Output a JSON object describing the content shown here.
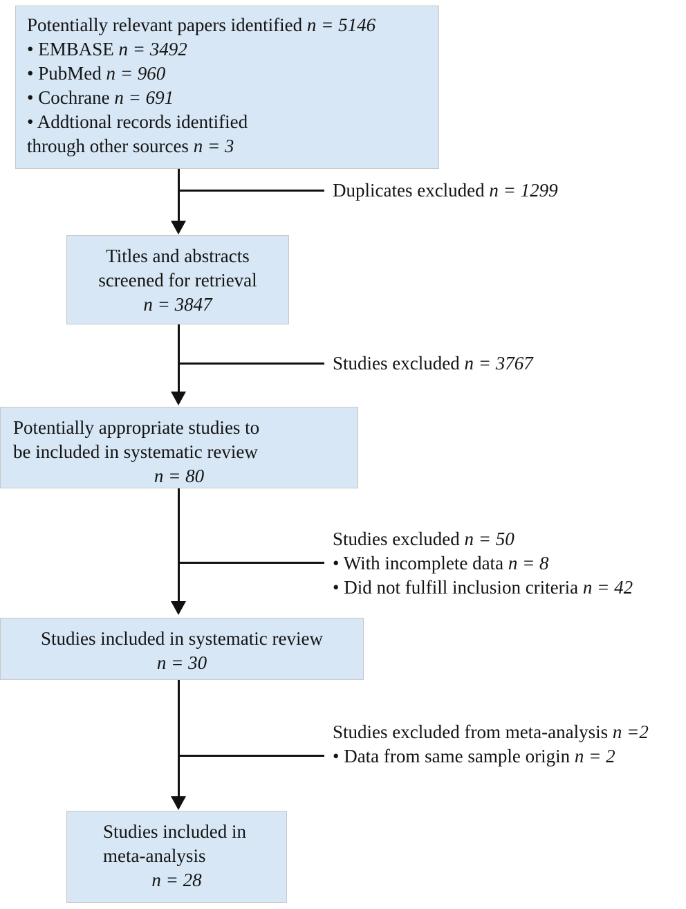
{
  "diagram": {
    "type": "prisma-flow-diagram",
    "title": "PRISMA study selection flow diagram",
    "colors": {
      "box_fill": "#d7e7f5",
      "box_border": "#c9c6c4",
      "line": "#111111",
      "text": "#141414",
      "background": "#ffffff"
    }
  },
  "boxes": [
    {
      "id": "identification",
      "align": "left",
      "lines": [
        {
          "text": "Potentially relevant papers identified  ",
          "emph": "n = 5146"
        },
        {
          "text": "• EMBASE ",
          "emph": "n = 3492"
        },
        {
          "text": "• PubMed ",
          "emph": "n = 960"
        },
        {
          "text": "• Cochrane ",
          "emph": "n = 691"
        },
        {
          "text": "• Addtional records identified",
          "emph": ""
        },
        {
          "text": "through other sources ",
          "emph": "n = 3"
        }
      ]
    },
    {
      "id": "screening",
      "align": "center",
      "lines": [
        {
          "text": "Titles and abstracts",
          "emph": ""
        },
        {
          "text": "screened for retrieval",
          "emph": ""
        },
        {
          "text": "",
          "emph": "n = 3847"
        }
      ]
    },
    {
      "id": "eligibility",
      "align": "center",
      "lines": [
        {
          "text": "Potentially appropriate studies to",
          "emph": ""
        },
        {
          "text": "be included in systematic review",
          "emph": ""
        },
        {
          "text": "",
          "emph": "n = 80"
        }
      ]
    },
    {
      "id": "included-systematic-review",
      "align": "center",
      "lines": [
        {
          "text": "Studies included in systematic review",
          "emph": ""
        },
        {
          "text": "",
          "emph": "n = 30"
        }
      ]
    },
    {
      "id": "included-meta-analysis",
      "align": "center",
      "lines": [
        {
          "text": "Studies included in",
          "emph": ""
        },
        {
          "text": "meta-analysis",
          "emph": ""
        },
        {
          "text": "",
          "emph": "n = 28"
        }
      ]
    }
  ],
  "exclusions": [
    {
      "id": "duplicates-excluded",
      "lines": [
        {
          "text": "Duplicates excluded ",
          "emph": "n = 1299"
        }
      ]
    },
    {
      "id": "studies-excluded-screening",
      "lines": [
        {
          "text": "Studies excluded ",
          "emph": "n = 3767"
        }
      ]
    },
    {
      "id": "studies-excluded-eligibility",
      "lines": [
        {
          "text": "Studies excluded ",
          "emph": "n = 50"
        },
        {
          "text": "• With incomplete data ",
          "emph": "n = 8"
        },
        {
          "text": "• Did not fulfill inclusion criteria ",
          "emph": "n = 42"
        }
      ]
    },
    {
      "id": "studies-excluded-meta-analysis",
      "lines": [
        {
          "text": "Studies excluded from meta-analysis ",
          "emph": "n =2"
        },
        {
          "text": "• Data from same sample origin ",
          "emph": "n = 2"
        }
      ]
    }
  ]
}
